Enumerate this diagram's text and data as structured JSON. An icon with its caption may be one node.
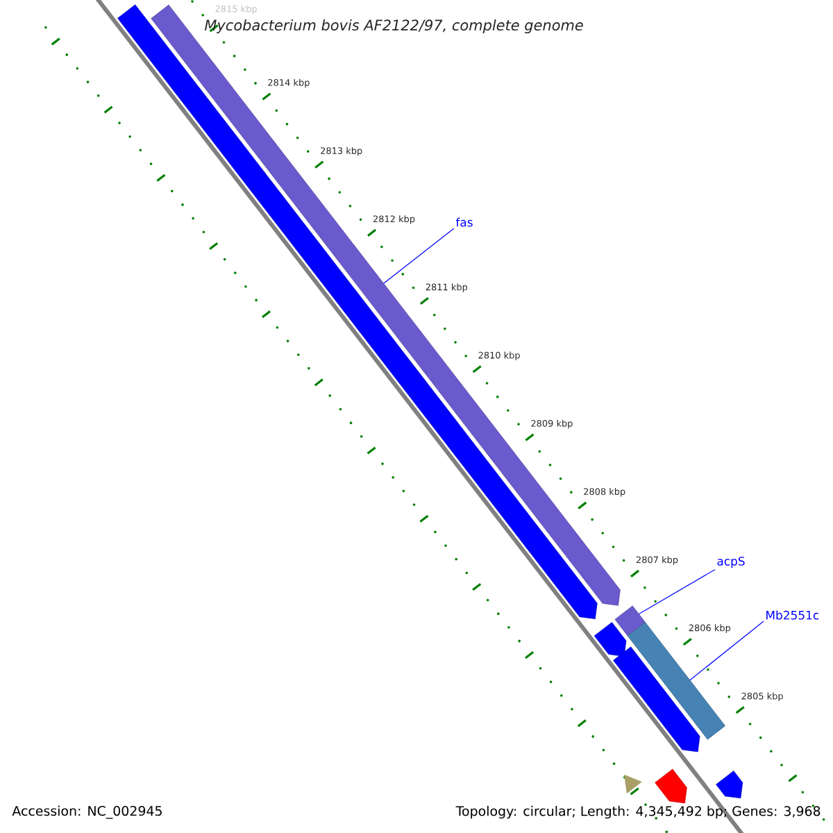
{
  "diagram": {
    "title": "Mycobacterium bovis AF2122/97, complete genome",
    "nodes": [
      {
        "text": [
          "fas"
        ]
      },
      {
        "text": [],
        "shape": "bar"
      },
      {
        "text": [
          "acpS"
        ]
      },
      {
        "text": [],
        "shape": "bar"
      },
      {
        "text": [
          "Mb2551c"
        ]
      },
      {
        "text": [],
        "shape": "bar"
      },
      {
        "text": [],
        "shape": "bar"
      },
      {
        "text": [],
        "shape": "bar"
      },
      {
        "text": [],
        "shape": "bar"
      },
      {
        "text": [],
        "shape": "bar"
      },
      {
        "text": [],
        "shape": "triangle"
      },
      {
        "text": [],
        "shape": "bar"
      }
    ],
    "edges": [
      {
        "from": 0,
        "to": 1,
        "arrow": "none"
      },
      {
        "from": 2,
        "to": 3,
        "arrow": "none"
      },
      {
        "from": 4,
        "to": 5,
        "arrow": "none"
      }
    ],
    "labels": [
      "2815 kbp",
      "2814 kbp",
      "2813 kbp",
      "2812 kbp",
      "2811 kbp",
      "2810 kbp",
      "2809 kbp",
      "2808 kbp",
      "2807 kbp",
      "2806 kbp",
      "2805 kbp",
      "Accession: NC_002945",
      "Topology: circular; Length: 4,345,492 bp; Genes: 3,968"
    ]
  }
}
